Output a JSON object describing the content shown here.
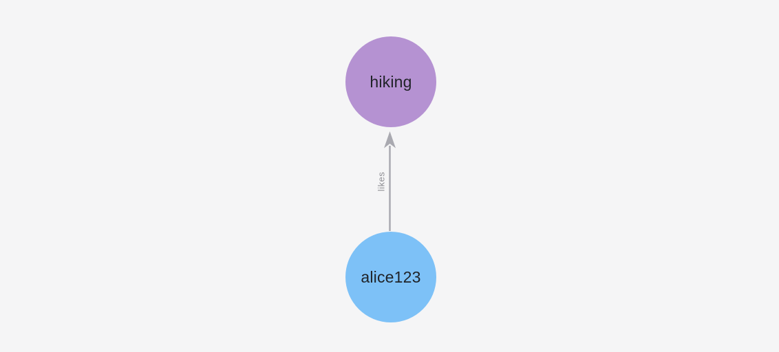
{
  "canvas": {
    "background": "#f5f5f6"
  },
  "graph": {
    "nodes": [
      {
        "id": "hiking",
        "label": "hiking",
        "color": "#b592d2",
        "shape": "circle"
      },
      {
        "id": "alice123",
        "label": "alice123",
        "color": "#7dc1f7",
        "shape": "circle"
      }
    ],
    "edges": [
      {
        "from": "alice123",
        "to": "hiking",
        "label": "likes",
        "direction": "up",
        "color": "#a9a9b0",
        "label_color": "#8f8f94"
      }
    ]
  }
}
